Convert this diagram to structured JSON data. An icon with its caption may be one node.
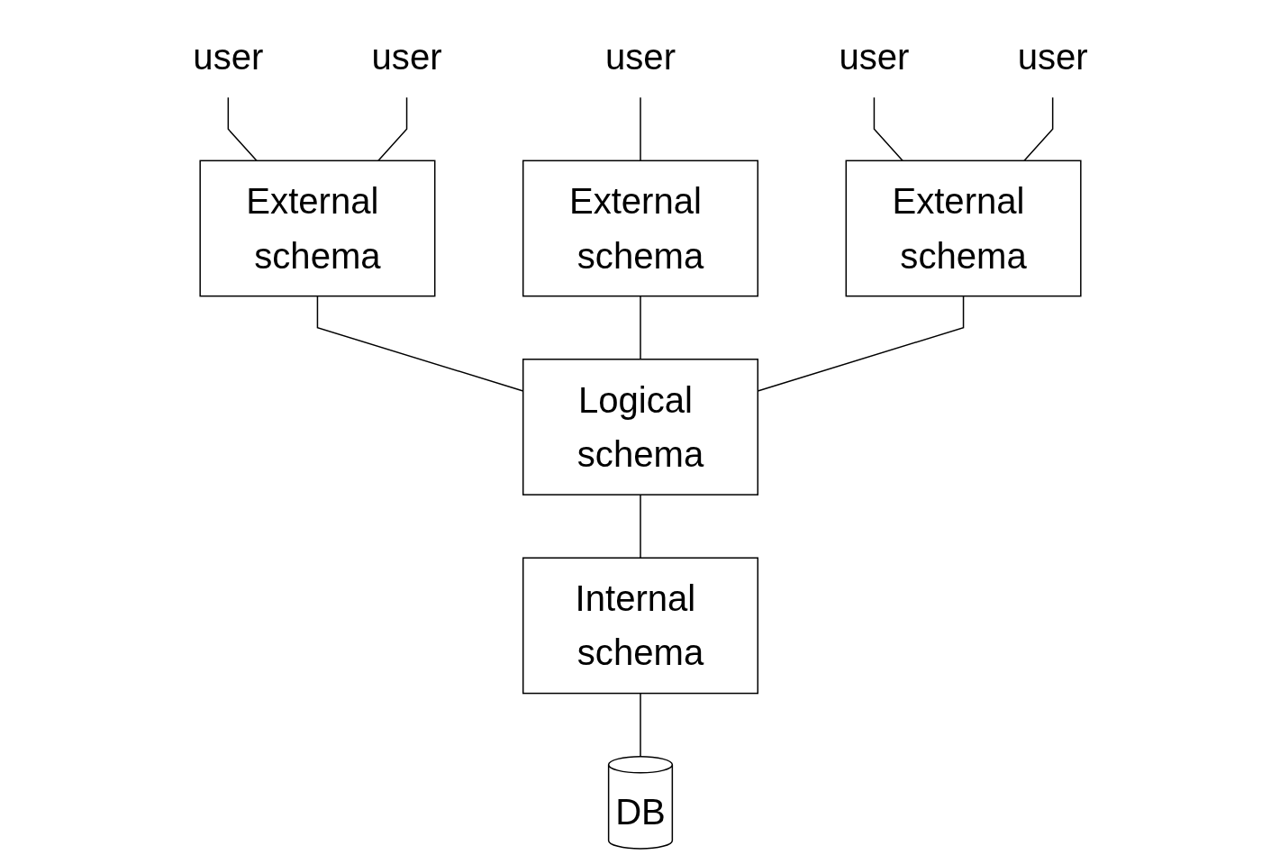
{
  "diagram": {
    "nodes": [
      {
        "text": [
          "user"
        ]
      },
      {
        "text": [
          "user"
        ]
      },
      {
        "text": [
          "user"
        ]
      },
      {
        "text": [
          "user"
        ]
      },
      {
        "text": [
          "user"
        ]
      },
      {
        "text": [
          "External schema"
        ]
      },
      {
        "text": [
          "External schema"
        ]
      },
      {
        "text": [
          "External schema"
        ]
      },
      {
        "text": [
          "Logical schema"
        ]
      },
      {
        "text": [
          "Internal schema"
        ]
      },
      {
        "text": [
          "DB"
        ]
      }
    ],
    "edges": [
      {
        "from": 0,
        "to": 5,
        "arrow": "none"
      },
      {
        "from": 1,
        "to": 5,
        "arrow": "none"
      },
      {
        "from": 2,
        "to": 6,
        "arrow": "none"
      },
      {
        "from": 3,
        "to": 7,
        "arrow": "none"
      },
      {
        "from": 4,
        "to": 7,
        "arrow": "none"
      },
      {
        "from": 5,
        "to": 8,
        "arrow": "none"
      },
      {
        "from": 6,
        "to": 8,
        "arrow": "none"
      },
      {
        "from": 7,
        "to": 8,
        "arrow": "none"
      },
      {
        "from": 8,
        "to": 9,
        "arrow": "none"
      },
      {
        "from": 9,
        "to": 10,
        "arrow": "none"
      }
    ]
  }
}
